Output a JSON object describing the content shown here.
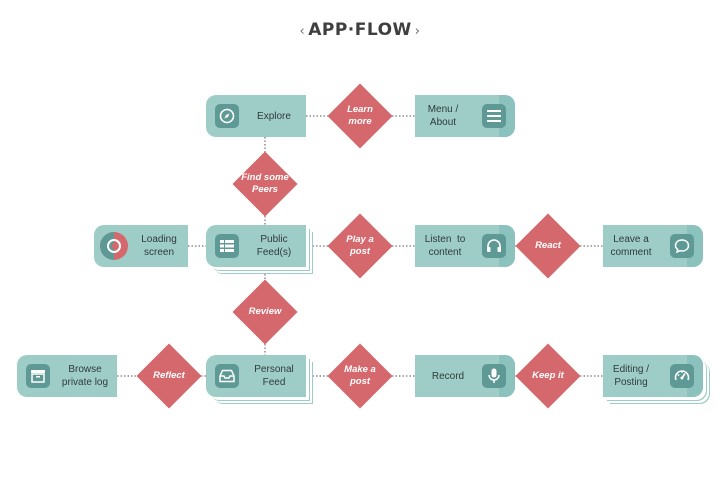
{
  "title": "APP·FLOW",
  "title_left_mark": "‹",
  "title_right_mark": "›",
  "colors": {
    "node_fill": "#9ecdc8",
    "node_tab": "#8cc2bd",
    "icon_fill": "#5f9995",
    "decision_fill": "#d4686c",
    "connector": "#555555"
  },
  "nodes": {
    "explore": "Explore",
    "menu_about": "Menu /\nAbout",
    "loading_screen": "Loading\nscreen",
    "public_feed": "Public\nFeed(s)",
    "listen_to_content": "Listen  to\ncontent",
    "leave_a_comment": "Leave a\ncomment",
    "browse_private_log": "Browse\nprivate log",
    "personal_feed": "Personal\nFeed",
    "record": "Record",
    "editing_posting": "Editing /\nPosting"
  },
  "decisions": {
    "learn_more": "Learn\nmore",
    "find_some_peers": "Find some\nPeers",
    "play_a_post": "Play a\npost",
    "react": "React",
    "review": "Review",
    "reflect": "Reflect",
    "make_a_post": "Make a\npost",
    "keep_it": "Keep it"
  },
  "icons": {
    "explore": "compass-icon",
    "menu_about": "hamburger-menu-icon",
    "loading_screen": "loading-spinner-icon",
    "public_feed": "grid-list-icon",
    "listen_to_content": "headphones-icon",
    "leave_a_comment": "speech-bubble-icon",
    "browse_private_log": "archive-box-icon",
    "personal_feed": "inbox-tray-icon",
    "record": "microphone-icon",
    "editing_posting": "gauge-dial-icon"
  }
}
